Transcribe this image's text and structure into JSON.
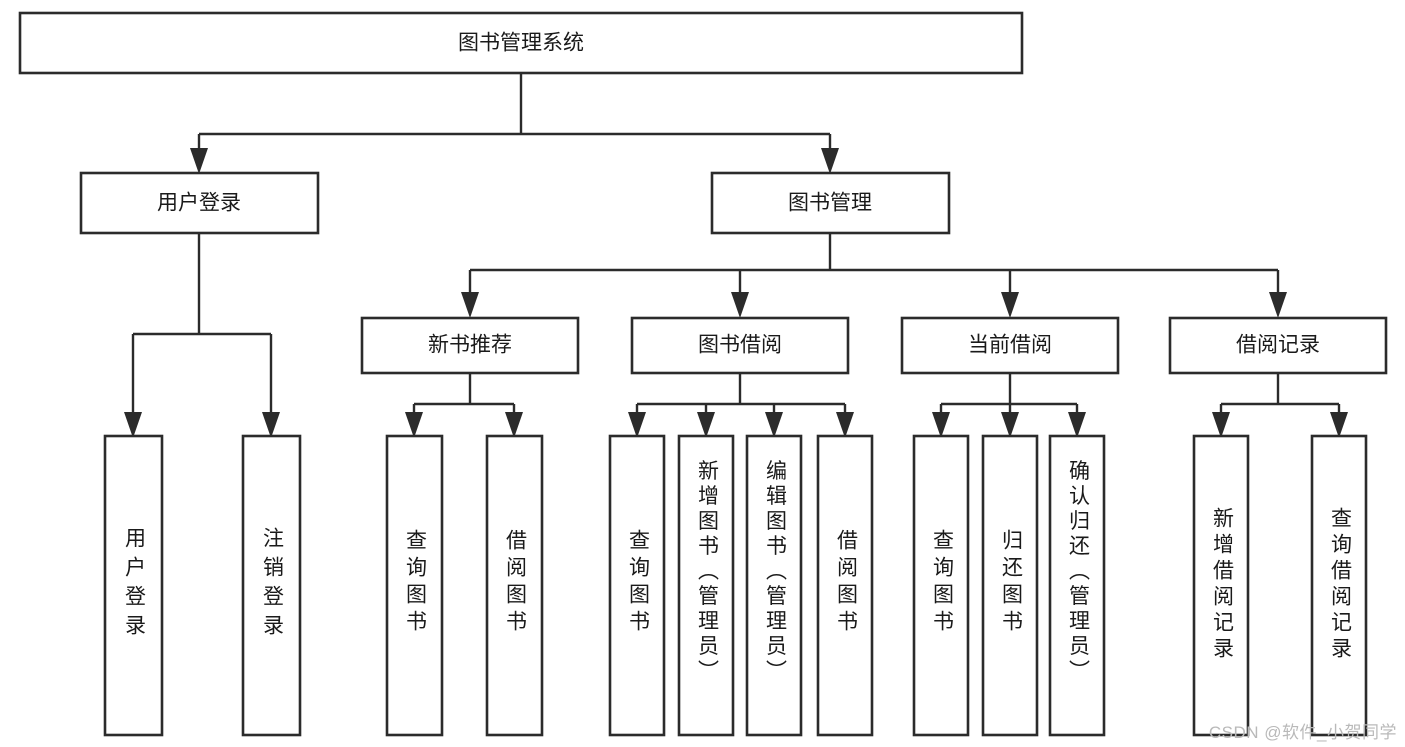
{
  "diagram": {
    "title": "图书管理系统",
    "type": "tree-hierarchy",
    "watermark": "CSDN @软件_小贺同学",
    "root": {
      "id": "root",
      "label": "图书管理系统",
      "orientation": "horizontal"
    },
    "level1": [
      {
        "id": "user-login",
        "label": "用户登录",
        "orientation": "horizontal"
      },
      {
        "id": "book-manage",
        "label": "图书管理",
        "orientation": "horizontal"
      }
    ],
    "level2": [
      {
        "id": "new-book-recommend",
        "label": "新书推荐",
        "parent": "book-manage",
        "orientation": "horizontal"
      },
      {
        "id": "book-borrow",
        "label": "图书借阅",
        "parent": "book-manage",
        "orientation": "horizontal"
      },
      {
        "id": "current-borrow",
        "label": "当前借阅",
        "parent": "book-manage",
        "orientation": "horizontal"
      },
      {
        "id": "borrow-record",
        "label": "借阅记录",
        "parent": "book-manage",
        "orientation": "horizontal"
      }
    ],
    "leaves": [
      {
        "id": "leaf-user-login",
        "label": "用户登录",
        "parent": "user-login",
        "orientation": "vertical"
      },
      {
        "id": "leaf-logout-login",
        "label": "注销登录",
        "parent": "user-login",
        "orientation": "vertical"
      },
      {
        "id": "leaf-query-book-1",
        "label": "查询图书",
        "parent": "new-book-recommend",
        "orientation": "vertical"
      },
      {
        "id": "leaf-borrow-book-1",
        "label": "借阅图书",
        "parent": "new-book-recommend",
        "orientation": "vertical"
      },
      {
        "id": "leaf-query-book-2",
        "label": "查询图书",
        "parent": "book-borrow",
        "orientation": "vertical"
      },
      {
        "id": "leaf-add-book",
        "label": "新增图书（管理员）",
        "parent": "book-borrow",
        "orientation": "vertical"
      },
      {
        "id": "leaf-edit-book",
        "label": "编辑图书（管理员）",
        "parent": "book-borrow",
        "orientation": "vertical"
      },
      {
        "id": "leaf-borrow-book-2",
        "label": "借阅图书",
        "parent": "book-borrow",
        "orientation": "vertical"
      },
      {
        "id": "leaf-query-book-3",
        "label": "查询图书",
        "parent": "current-borrow",
        "orientation": "vertical"
      },
      {
        "id": "leaf-return-book",
        "label": "归还图书",
        "parent": "current-borrow",
        "orientation": "vertical"
      },
      {
        "id": "leaf-confirm-return",
        "label": "确认归还（管理员）",
        "parent": "current-borrow",
        "orientation": "vertical"
      },
      {
        "id": "leaf-add-record",
        "label": "新增借阅记录",
        "parent": "borrow-record",
        "orientation": "vertical"
      },
      {
        "id": "leaf-query-record",
        "label": "查询借阅记录",
        "parent": "borrow-record",
        "orientation": "vertical"
      }
    ],
    "colors": {
      "box_stroke": "#2b2b2b",
      "box_fill": "#ffffff",
      "connector": "#2b2b2b",
      "text": "#1a1a1a",
      "watermark": "#b9b9b9",
      "background": "#ffffff"
    }
  }
}
